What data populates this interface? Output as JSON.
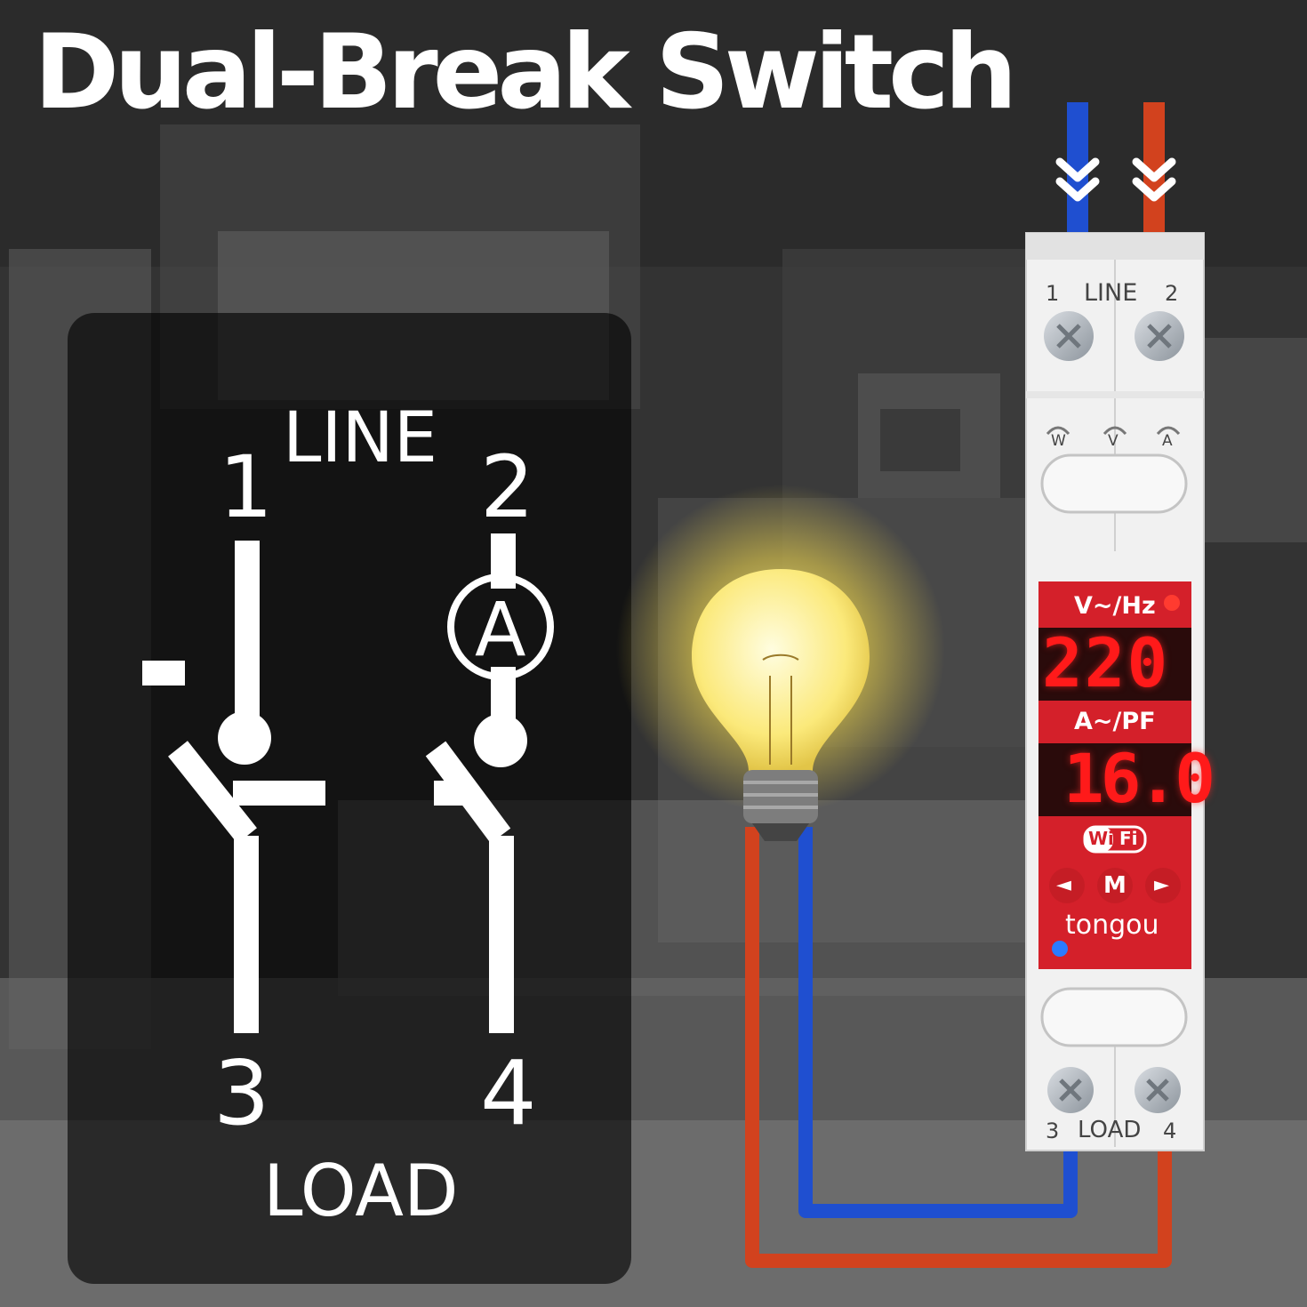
{
  "headline": "Dual-Break Switch",
  "schematic": {
    "line_label": "LINE",
    "load_label": "LOAD",
    "terminal_1": "1",
    "terminal_2": "2",
    "terminal_3": "3",
    "terminal_4": "4",
    "ammeter_symbol": "A",
    "minus_mark": "-"
  },
  "device": {
    "top_label": "LINE",
    "top_left_num": "1",
    "top_right_num": "2",
    "bottom_label": "LOAD",
    "bottom_left_num": "3",
    "bottom_right_num": "4",
    "indicator_w": "W",
    "indicator_v": "V",
    "indicator_a": "A",
    "display_top_label": "V~/Hz",
    "display_top_value": "220",
    "display_bottom_label": "A~/PF",
    "display_bottom_value": "16.0",
    "wifi_left": "Wi",
    "wifi_right": "Fi",
    "btn_left": "◄",
    "btn_mode": "M",
    "btn_right": "►",
    "brand": "tongou"
  },
  "colors": {
    "panel_red": "#d4202a",
    "live_wire": "#d2421e",
    "neutral_wire": "#1f4fd0"
  }
}
